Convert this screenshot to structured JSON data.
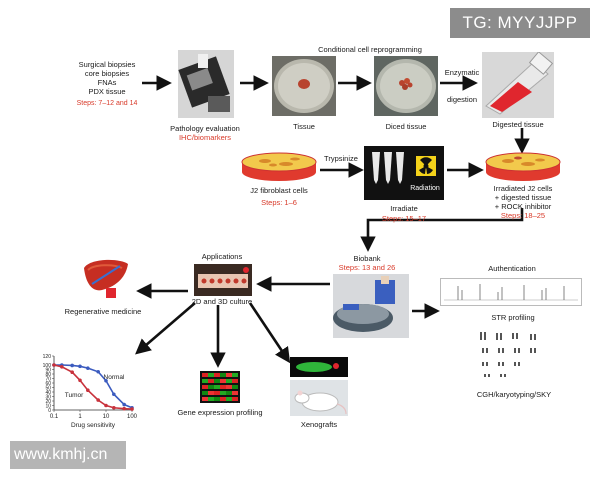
{
  "watermark_top": "TG: MYYJJPP",
  "watermark_bottom": "www.kmhj.cn",
  "samples": {
    "lines": [
      "Surgical biopsies",
      "core biopsies",
      "FNAs",
      "PDX tissue"
    ],
    "steps": "Steps: 7–12 and 14"
  },
  "pathology": {
    "label": "Pathology evaluation",
    "sub": "IHC/biomarkers"
  },
  "reprogramming_header": "Conditional cell reprogramming",
  "tissue_label": "Tissue",
  "diced_label": "Diced tissue",
  "enzymatic_label": [
    "Enzymatic",
    "digestion"
  ],
  "digested_label": "Digested tissue",
  "fibroblast": {
    "label": "J2 fibroblast cells",
    "steps": "Steps: 1–6"
  },
  "trypsinize_label": "Trypsinize",
  "radiation": {
    "badge": "Radiation",
    "label": "Irradiate",
    "steps": "Steps: 15–17"
  },
  "irradiated": {
    "lines": [
      "Irradiated J2 cells",
      "+ digested tissue",
      "+ ROCK inhibitor"
    ],
    "steps": "Steps: 18–25"
  },
  "biobank": {
    "label": "Biobank",
    "steps": "Steps: 13 and 26"
  },
  "authentication_label": "Authentication",
  "str_label": "STR profiling",
  "cgh_label": "CGH/karyotyping/SKY",
  "applications": {
    "label": "Applications",
    "sub": "2D and 3D culture"
  },
  "regen_label": "Regenerative medicine",
  "gene_label": "Gene expression profiling",
  "xeno_label": "Xenografts",
  "colors": {
    "arrow": "#111111",
    "steps_red": "#d83a2a",
    "dish_red": "#e03a2e",
    "dish_yellow": "#f2c94c"
  },
  "chart_data": {
    "type": "line",
    "xlabel": "Drug sensitivity",
    "ylabel": "",
    "x_ticks": [
      "0.1",
      "1",
      "10",
      "100"
    ],
    "y_ticks": [
      "0",
      "10",
      "20",
      "30",
      "40",
      "50",
      "60",
      "70",
      "80",
      "90",
      "100",
      "120"
    ],
    "xscale": "log",
    "xlim": [
      0.1,
      100
    ],
    "ylim": [
      0,
      120
    ],
    "series": [
      {
        "name": "Normal",
        "color": "#3b5bbf",
        "x": [
          0.1,
          0.2,
          0.5,
          1,
          2,
          5,
          10,
          20,
          50,
          100
        ],
        "y": [
          100,
          100,
          99,
          97,
          93,
          85,
          65,
          35,
          12,
          5
        ]
      },
      {
        "name": "Tumor",
        "color": "#c8323c",
        "x": [
          0.1,
          0.2,
          0.5,
          1,
          2,
          5,
          10,
          20,
          50,
          100
        ],
        "y": [
          100,
          96,
          84,
          66,
          44,
          22,
          10,
          5,
          3,
          2
        ]
      }
    ]
  }
}
